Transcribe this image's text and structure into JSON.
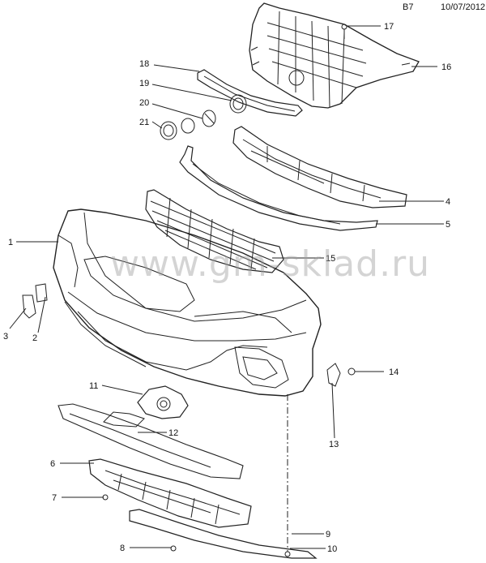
{
  "header": {
    "code": "B7",
    "date": "10/07/2012"
  },
  "watermark": "www.gm-sklad.ru",
  "callouts": [
    {
      "n": "1"
    },
    {
      "n": "2"
    },
    {
      "n": "3"
    },
    {
      "n": "4"
    },
    {
      "n": "5"
    },
    {
      "n": "6"
    },
    {
      "n": "7"
    },
    {
      "n": "8"
    },
    {
      "n": "9"
    },
    {
      "n": "10"
    },
    {
      "n": "11"
    },
    {
      "n": "12"
    },
    {
      "n": "13"
    },
    {
      "n": "14"
    },
    {
      "n": "15"
    },
    {
      "n": "16"
    },
    {
      "n": "17"
    },
    {
      "n": "18"
    },
    {
      "n": "19"
    },
    {
      "n": "20"
    },
    {
      "n": "21"
    }
  ]
}
